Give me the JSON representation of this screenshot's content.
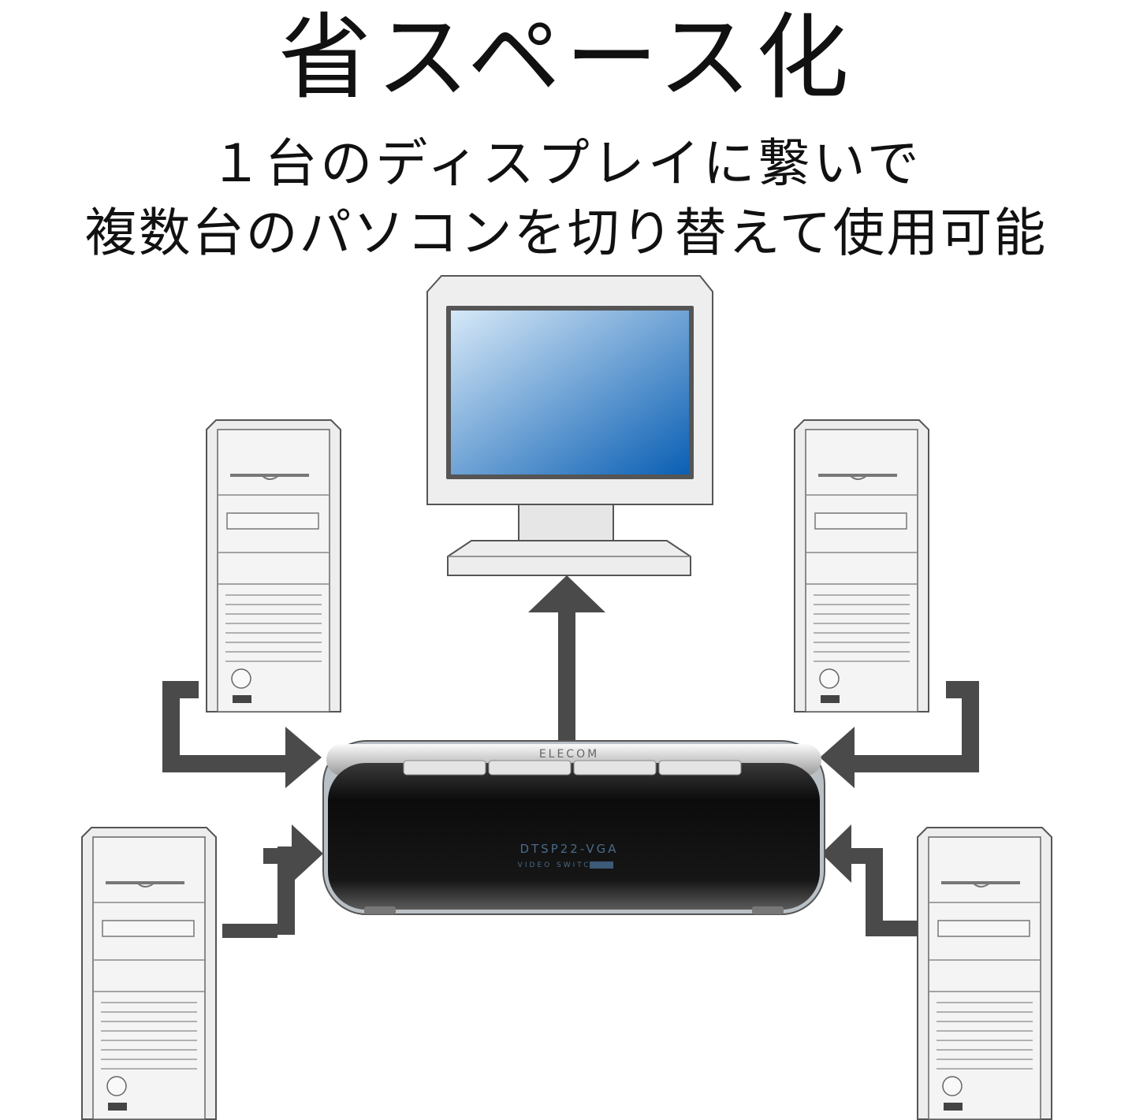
{
  "heading": {
    "title": "省スペース化",
    "line1": "１台のディスプレイに繋いで",
    "line2": "複数台のパソコンを切り替えて使用可能"
  },
  "switch_device": {
    "brand": "ELECOM",
    "model": "DTSP22-VGA",
    "subtitle": "VIDEO SWITCH",
    "body_color": "#141414"
  },
  "colors": {
    "arrow": "#4a4a4a",
    "case": "#ededed",
    "screen_start": "#d6e8f7",
    "screen_end": "#0a5fb4"
  },
  "icons": [
    "monitor-icon",
    "pc-tower-icon",
    "arrow-icon",
    "kvm-switch-icon"
  ]
}
